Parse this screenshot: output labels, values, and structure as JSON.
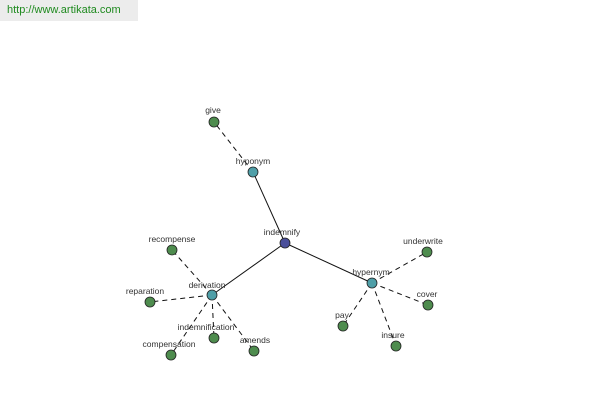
{
  "site": {
    "url": "http://www.artikata.com"
  },
  "graph": {
    "colors": {
      "root": "#4a4f9a",
      "relation": "#4f9fa8",
      "leaf": "#4e8c4e",
      "solid_edge": "#111111",
      "dashed_edge": "#111111"
    },
    "nodes": {
      "root": {
        "id": "root",
        "label": "indemnify",
        "kind": "root"
      },
      "hyponym": {
        "id": "hyponym",
        "label": "hyponym",
        "kind": "relation"
      },
      "derivation": {
        "id": "derivation",
        "label": "derivation",
        "kind": "relation"
      },
      "hypernym": {
        "id": "hypernym",
        "label": "hypernym",
        "kind": "relation"
      },
      "give": {
        "id": "give",
        "label": "give",
        "kind": "leaf"
      },
      "recompense": {
        "id": "recompense",
        "label": "recompense",
        "kind": "leaf"
      },
      "reparation": {
        "id": "reparation",
        "label": "reparation",
        "kind": "leaf"
      },
      "indemnification": {
        "id": "indemnification",
        "label": "indemnification",
        "kind": "leaf"
      },
      "compensation": {
        "id": "compensation",
        "label": "compensation",
        "kind": "leaf"
      },
      "amends": {
        "id": "amends",
        "label": "amends",
        "kind": "leaf"
      },
      "underwrite": {
        "id": "underwrite",
        "label": "underwrite",
        "kind": "leaf"
      },
      "cover": {
        "id": "cover",
        "label": "cover",
        "kind": "leaf"
      },
      "pay": {
        "id": "pay",
        "label": "pay",
        "kind": "leaf"
      },
      "insure": {
        "id": "insure",
        "label": "insure",
        "kind": "leaf"
      }
    },
    "edges": [
      {
        "from": "root",
        "to": "hyponym",
        "style": "solid"
      },
      {
        "from": "root",
        "to": "derivation",
        "style": "solid"
      },
      {
        "from": "root",
        "to": "hypernym",
        "style": "solid"
      },
      {
        "from": "hyponym",
        "to": "give",
        "style": "dashed"
      },
      {
        "from": "derivation",
        "to": "recompense",
        "style": "dashed"
      },
      {
        "from": "derivation",
        "to": "reparation",
        "style": "dashed"
      },
      {
        "from": "derivation",
        "to": "indemnification",
        "style": "dashed"
      },
      {
        "from": "derivation",
        "to": "compensation",
        "style": "dashed"
      },
      {
        "from": "derivation",
        "to": "amends",
        "style": "dashed"
      },
      {
        "from": "hypernym",
        "to": "underwrite",
        "style": "dashed"
      },
      {
        "from": "hypernym",
        "to": "cover",
        "style": "dashed"
      },
      {
        "from": "hypernym",
        "to": "pay",
        "style": "dashed"
      },
      {
        "from": "hypernym",
        "to": "insure",
        "style": "dashed"
      }
    ]
  }
}
